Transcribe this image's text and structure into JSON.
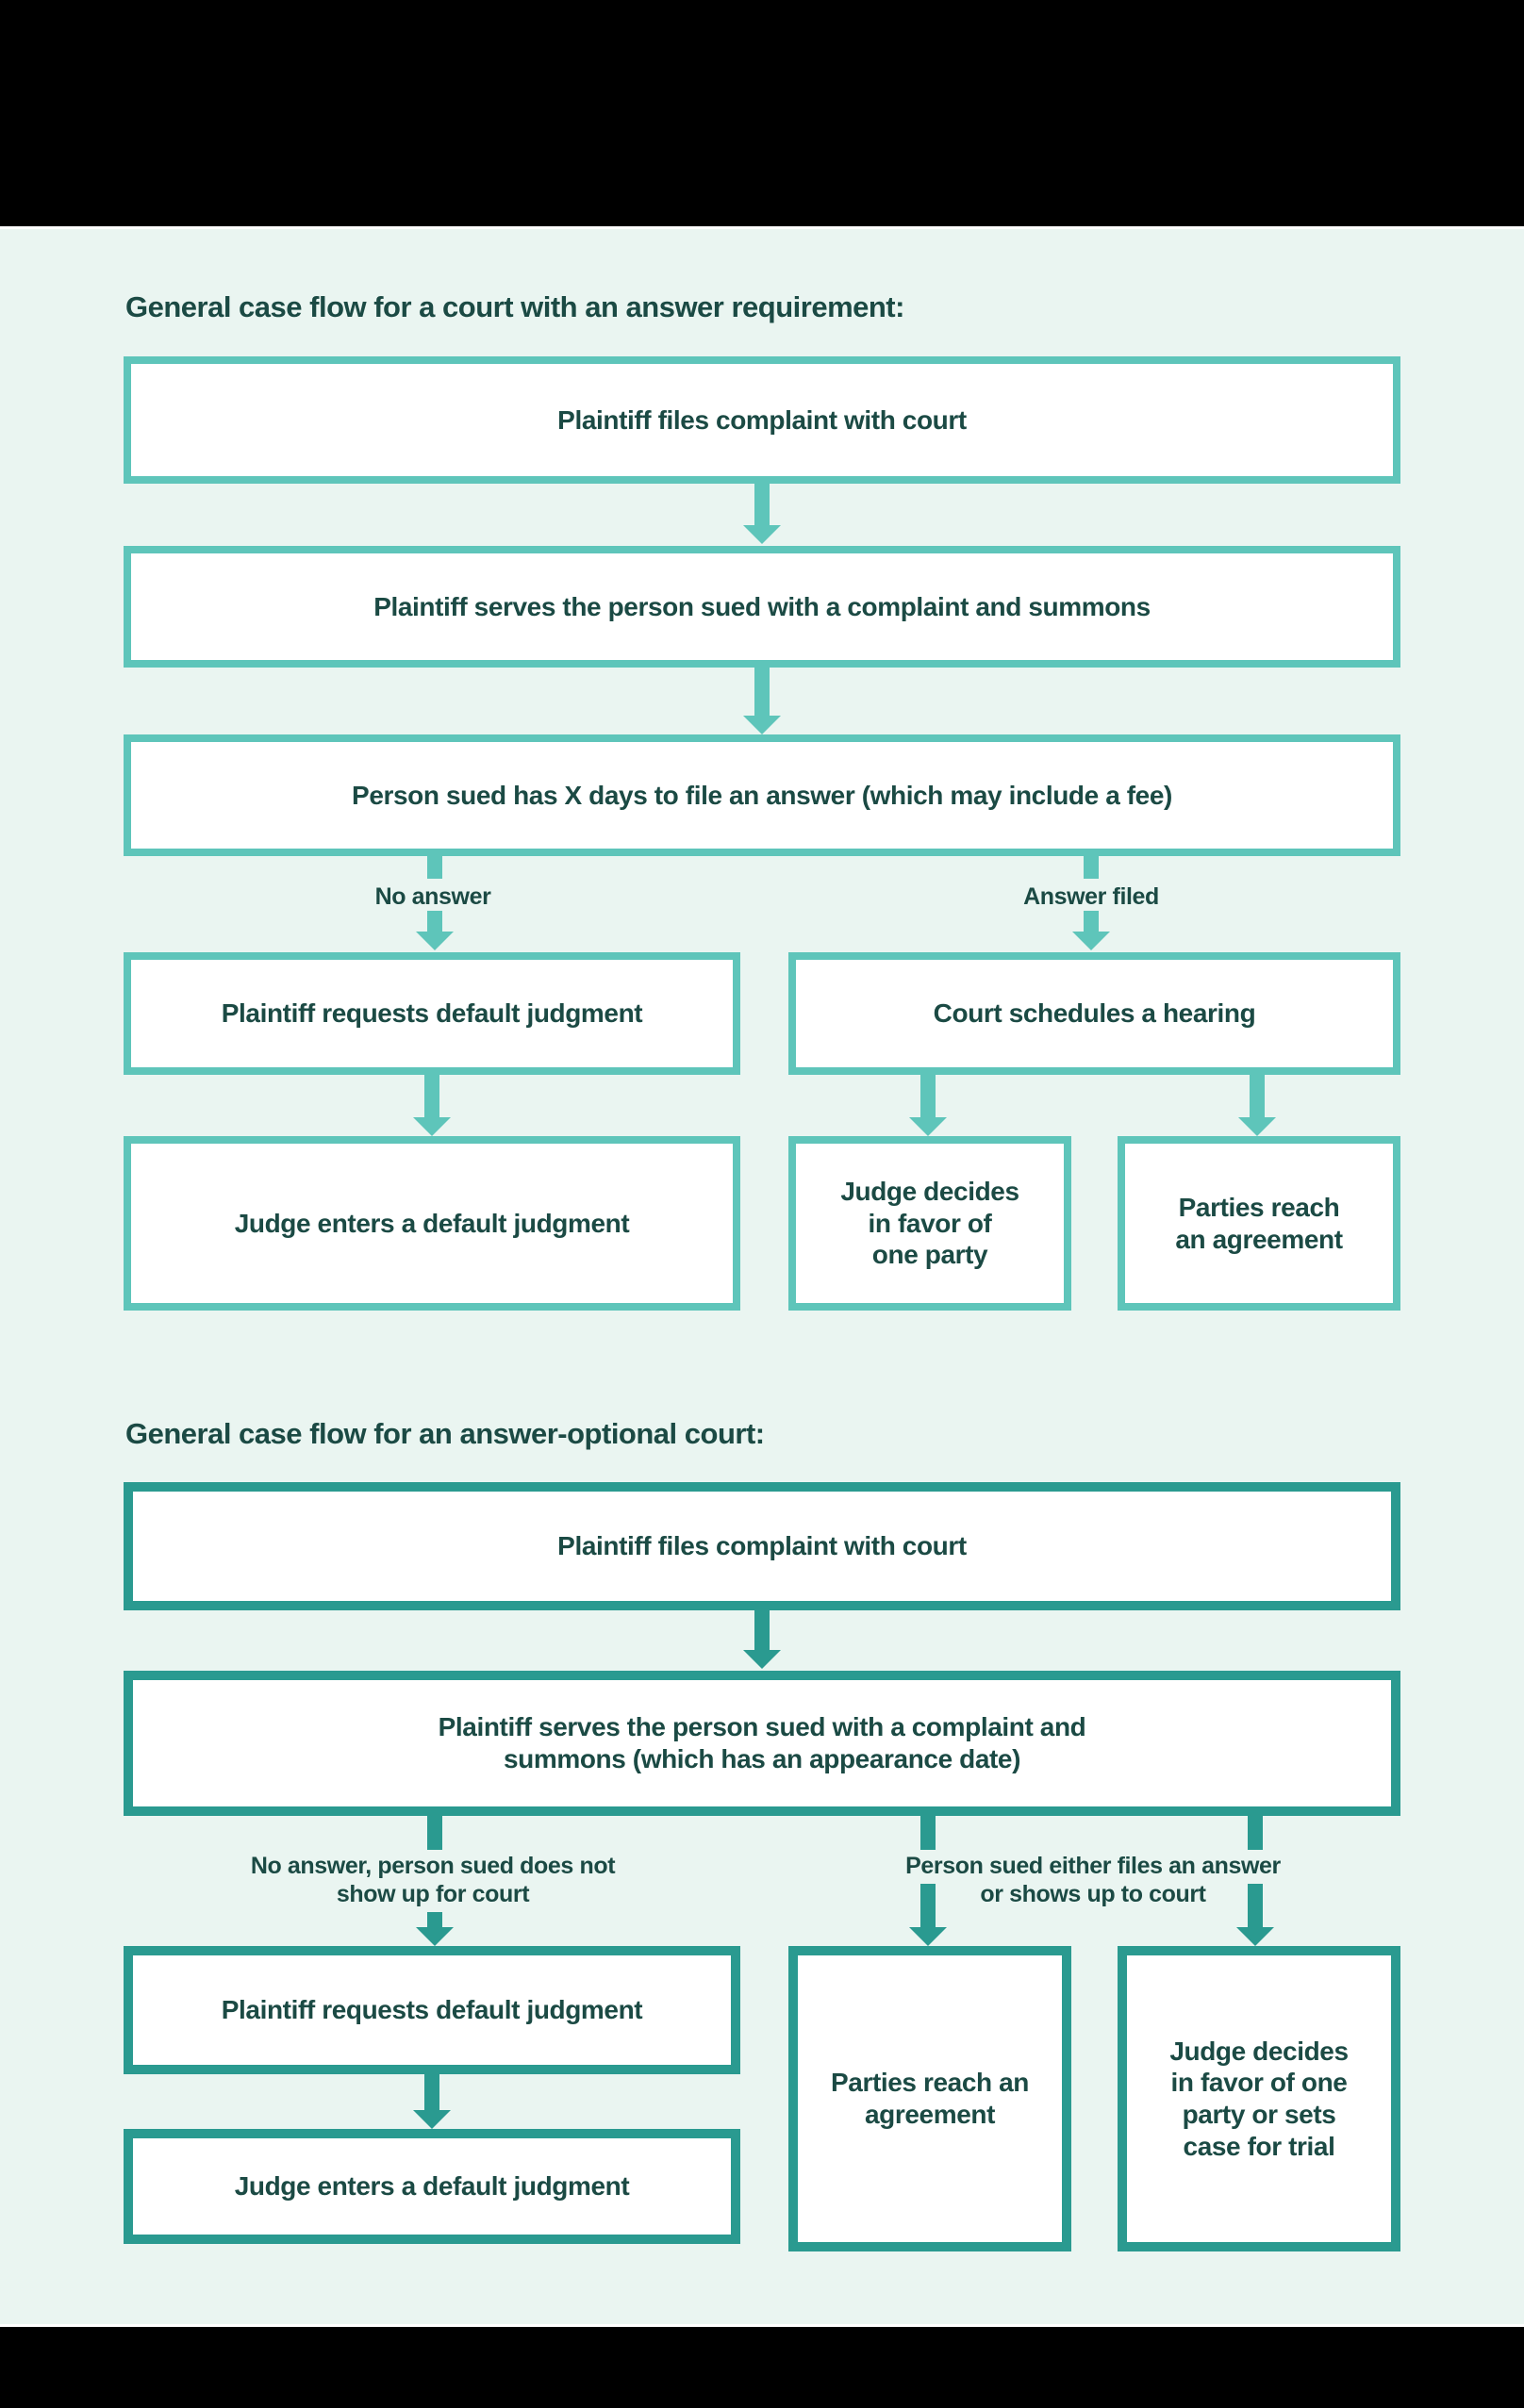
{
  "colors": {
    "background": "#eaf5f1",
    "letterbox": "#000000",
    "chart1_accent": "#5ec5ba",
    "chart2_accent": "#2a9a90",
    "text": "#1b4a44",
    "box_fill": "#ffffff"
  },
  "chart1": {
    "heading": "General case flow for a court with an answer requirement:",
    "boxes": {
      "file_complaint": "Plaintiff files complaint with court",
      "serve_summons": "Plaintiff serves the person sued with a complaint and summons",
      "answer_window": "Person sued has X days to file an answer (which may include a fee)",
      "request_default": "Plaintiff requests default judgment",
      "schedule_hearing": "Court schedules a hearing",
      "enter_default": "Judge enters a default judgment",
      "judge_decides": "Judge decides\nin favor of\none party",
      "parties_agree": "Parties reach\nan agreement"
    },
    "branch_labels": {
      "no_answer": "No answer",
      "answer_filed": "Answer filed"
    }
  },
  "chart2": {
    "heading": "General case flow for an answer-optional court:",
    "boxes": {
      "file_complaint": "Plaintiff files complaint with court",
      "serve_summons": "Plaintiff serves the person sued with a complaint and\nsummons (which has an appearance date)",
      "request_default": "Plaintiff requests default judgment",
      "enter_default": "Judge enters a default judgment",
      "parties_agree": "Parties reach an\nagreement",
      "judge_decides": "Judge decides\nin favor of one\nparty or sets\ncase for trial"
    },
    "branch_labels": {
      "no_answer": "No answer, person sued does not\nshow up for court",
      "answer_or_appear": "Person sued either files an answer\nor shows up to court"
    }
  }
}
